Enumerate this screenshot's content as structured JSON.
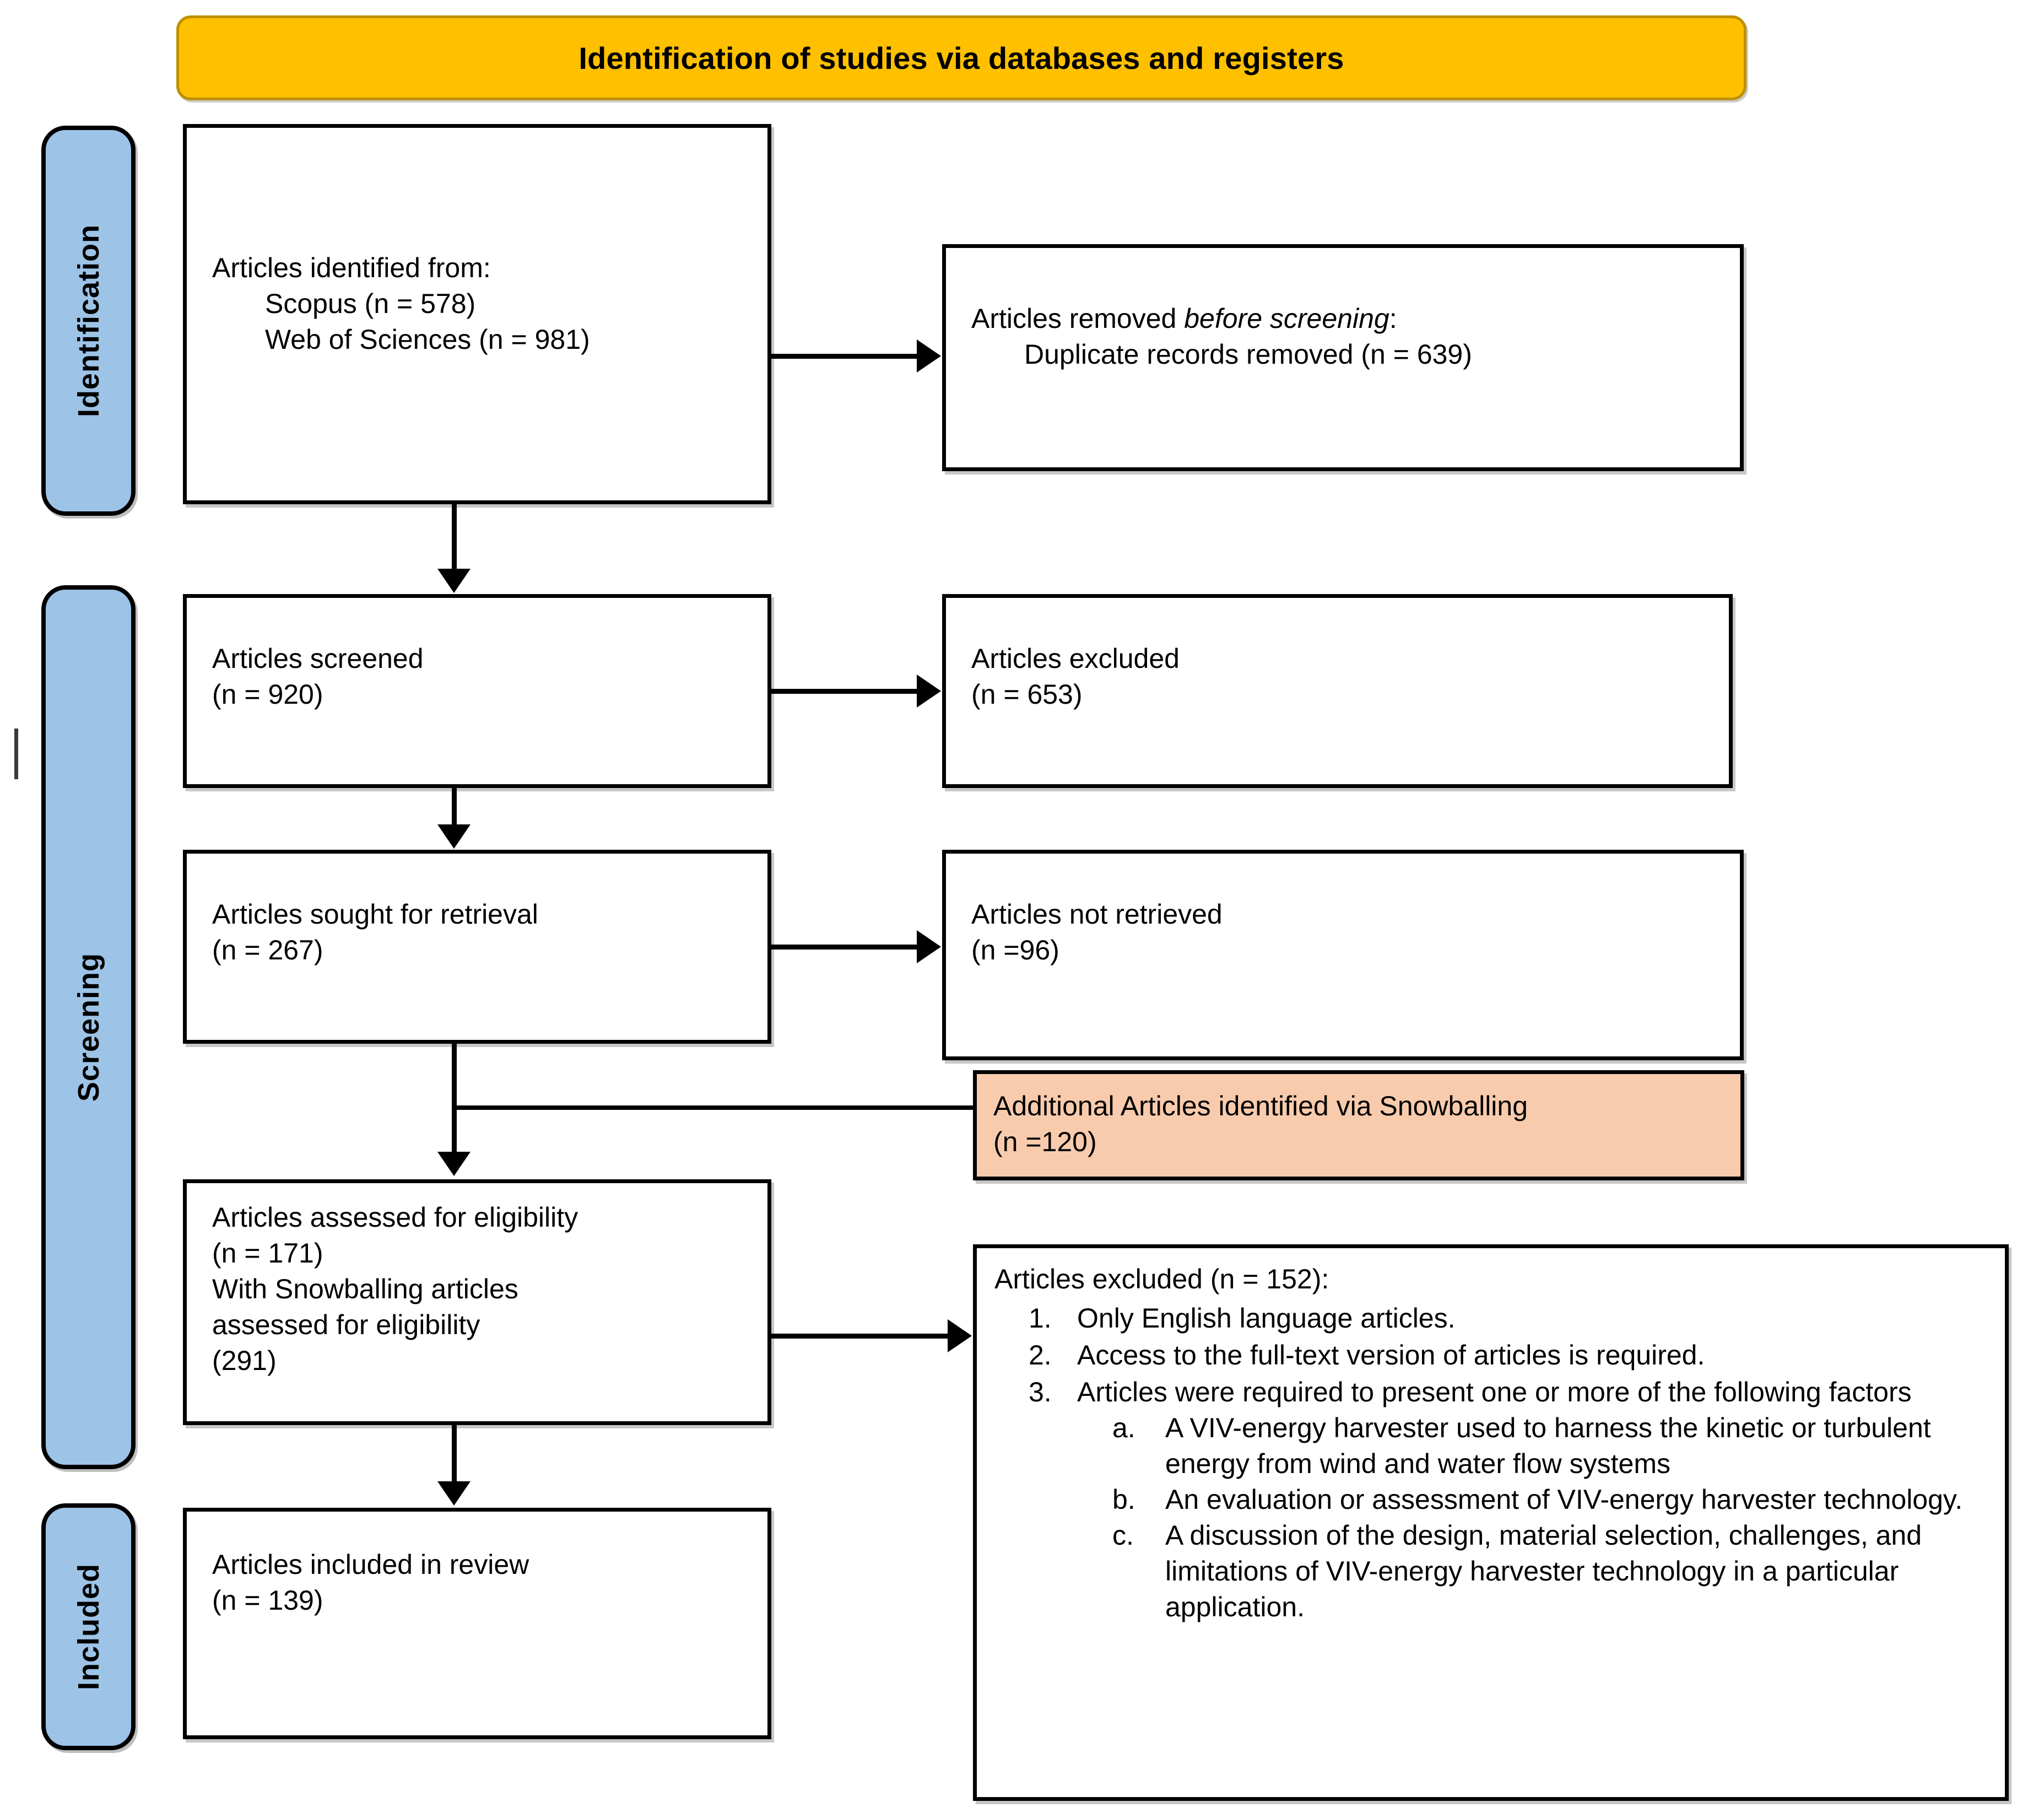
{
  "banner": {
    "title": "Identification of studies via databases and registers",
    "fill_color": "#FFC000",
    "border_color": "#BF8F00"
  },
  "phases": [
    {
      "id": "identification",
      "label": "Identification",
      "fill_color": "#9DC3E6"
    },
    {
      "id": "screening",
      "label": "Screening",
      "fill_color": "#9DC3E6"
    },
    {
      "id": "included",
      "label": "Included",
      "fill_color": "#9DC3E6"
    }
  ],
  "boxes": {
    "identified": {
      "line1": "Articles identified from:",
      "line2": "Scopus (n = 578)",
      "line3": "Web of Sciences (n = 981)"
    },
    "removed": {
      "line1_prefix": "Articles removed ",
      "line1_italic": "before screening",
      "line1_suffix": ":",
      "line2": "Duplicate records removed (n = 639)"
    },
    "screened": {
      "line1": "Articles screened",
      "line2": "(n = 920)"
    },
    "excluded_screening": {
      "line1": "Articles excluded",
      "line2": "(n = 653)"
    },
    "sought": {
      "line1": "Articles sought for retrieval",
      "line2": "(n = 267)"
    },
    "not_retrieved": {
      "line1": "Articles not retrieved",
      "line2": "(n =96)"
    },
    "snowballing": {
      "line1": "Additional Articles identified via Snowballing",
      "line2": "(n =120)",
      "fill_color": "#F8CBAD"
    },
    "eligibility": {
      "line1": "Articles assessed for eligibility",
      "line2": "(n = 171)",
      "line3": "With Snowballing articles",
      "line4": "assessed for eligibility",
      "line5": "(291)"
    },
    "exclusion_list": {
      "heading": "Articles excluded (n = 152):",
      "items": [
        {
          "num": "1.",
          "text": "Only English language articles."
        },
        {
          "num": "2.",
          "text": "Access to the full-text version of articles is required."
        },
        {
          "num": "3.",
          "text": "Articles were required to present one or more of the following factors",
          "subitems": [
            {
              "num": "a.",
              "text": "A VIV-energy harvester used to harness the kinetic or turbulent energy from wind and water flow systems"
            },
            {
              "num": "b.",
              "text": "An evaluation or assessment of VIV-energy harvester technology."
            },
            {
              "num": "c.",
              "text": "A discussion of the design, material selection, challenges, and limitations of VIV-energy harvester technology in a particular application."
            }
          ]
        }
      ]
    },
    "included": {
      "line1": "Articles included in review",
      "line2": "(n = 139)"
    }
  }
}
